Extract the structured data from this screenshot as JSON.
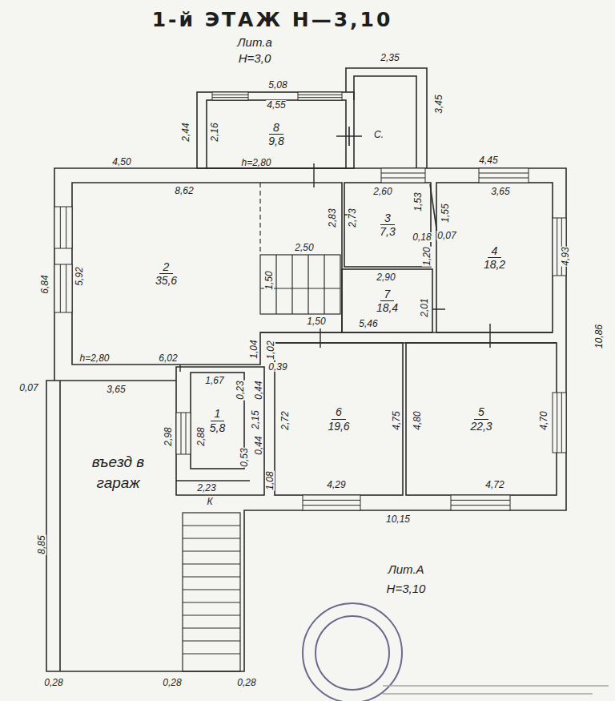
{
  "diagram": {
    "title": "1-й ЭТАЖ Н—3,10",
    "nodes": [
      {
        "text": [
          "8",
          "9,8"
        ]
      },
      {
        "text": [
          "2",
          "35,6"
        ]
      },
      {
        "text": [
          "3",
          "7,3"
        ]
      },
      {
        "text": [
          "4",
          "18,2"
        ]
      },
      {
        "text": [
          "7",
          "18,4"
        ]
      },
      {
        "text": [
          "1",
          "5,8"
        ]
      },
      {
        "text": [
          "6",
          "19,6"
        ]
      },
      {
        "text": [
          "5",
          "22,3"
        ]
      },
      {
        "text": [
          "въезд в гараж"
        ]
      }
    ],
    "labels": [
      "Лит.а",
      "Н=3,0",
      "2,35",
      "5,08",
      "4,55",
      "3,45",
      "2,44",
      "2,16",
      "С.",
      "4,50",
      "h=2,80",
      "4,45",
      "8,62",
      "2,60",
      "3,65",
      "2,83",
      "2,73",
      "1,53",
      "1,55",
      "0,18",
      "0,07",
      "4,93",
      "6,84",
      "5,92",
      "2,50",
      "1,50",
      "2,90",
      "1,20",
      "2,01",
      "1,50",
      "5,46",
      "10,86",
      "h=2,80",
      "6,02",
      "1,04",
      "1,02",
      "0,39",
      "1,67",
      "0,07",
      "3,65",
      "0,23",
      "0,44",
      "2,15",
      "2,72",
      "4,75",
      "4,80",
      "4,70",
      "2,98",
      "2,88",
      "0,44",
      "0,53",
      "1,08",
      "2,23",
      "К",
      "4,29",
      "4,72",
      "10,15",
      "8,85",
      "Лит.А",
      "Н=3,10",
      "0,28",
      "0,28",
      "0,28"
    ]
  }
}
